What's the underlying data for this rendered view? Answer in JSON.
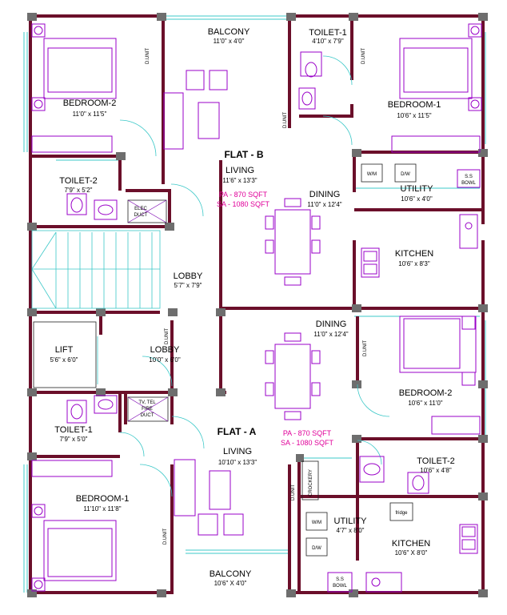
{
  "flat_b": {
    "title": "FLAT - B",
    "pa": "PA -  870 SQFT",
    "sa": "SA - 1080 SQFT",
    "rooms": {
      "balcony": {
        "name": "BALCONY",
        "dim": "11'0\" x 4'0\""
      },
      "toilet1": {
        "name": "TOILET-1",
        "dim": "4'10\" x 7'9\""
      },
      "bedroom2": {
        "name": "BEDROOM-2",
        "dim": "11'0\" x 11'5\""
      },
      "bedroom1": {
        "name": "BEDROOM-1",
        "dim": "10'6\" x 11'5\""
      },
      "living": {
        "name": "LIVING",
        "dim": "11'6\" x 13'3\""
      },
      "toilet2": {
        "name": "TOILET-2",
        "dim": "7'9\" x 5'2\""
      },
      "dining": {
        "name": "DINING",
        "dim": "11'0\" x 12'4\""
      },
      "utility": {
        "name": "UTILITY",
        "dim": "10'6\" x 4'0\""
      },
      "kitchen": {
        "name": "KITCHEN",
        "dim": "10'6\" x 8'3\""
      }
    }
  },
  "common": {
    "elec_duct": [
      "ELEC",
      "DUCT"
    ],
    "lobby_upper": {
      "name": "LOBBY",
      "dim": "5'7\" x 7'9\""
    },
    "lift": {
      "name": "LIFT",
      "dim": "5'6\" x 6'0\""
    },
    "lobby_lower": {
      "name": "LOBBY",
      "dim": "10'0\" x 6'0\""
    },
    "fire_duct": [
      "TV, TEL",
      "FIRE",
      "DUCT"
    ]
  },
  "flat_a": {
    "title": "FLAT - A",
    "pa": "PA -  870 SQFT",
    "sa": "SA - 1080 SQFT",
    "rooms": {
      "dining": {
        "name": "DINING",
        "dim": "11'0\" x 12'4\""
      },
      "bedroom2": {
        "name": "BEDROOM-2",
        "dim": "10'6\" x 11'0\""
      },
      "toilet1": {
        "name": "TOILET-1",
        "dim": "7'9\" x 5'0\""
      },
      "living": {
        "name": "LIVING",
        "dim": "10'10\" x 13'3\""
      },
      "toilet2": {
        "name": "TOILET-2",
        "dim": "10'6\" x 4'8\""
      },
      "bedroom1": {
        "name": "BEDROOM-1",
        "dim": "11'10\" x 11'8\""
      },
      "utility": {
        "name": "UTILITY",
        "dim": "4'7\" x 8'0\""
      },
      "kitchen": {
        "name": "KITCHEN",
        "dim": "10'6\" X 8'0\""
      },
      "balcony": {
        "name": "BALCONY",
        "dim": "10'6\" X 4'0\""
      }
    }
  },
  "fixtures": {
    "wm": "W/M",
    "dw": "D/W",
    "ss_bowl": [
      "S.S",
      "BOWL"
    ],
    "crockery": "CROCKERY",
    "fridge": "fridge",
    "dt_unit": "D.UNIT"
  },
  "colors": {
    "wall": "#6b0f2a",
    "window": "#3cc8c8",
    "furniture": "#9a00c8",
    "area_text": "#e0009a",
    "column": "#6e6e6e"
  }
}
